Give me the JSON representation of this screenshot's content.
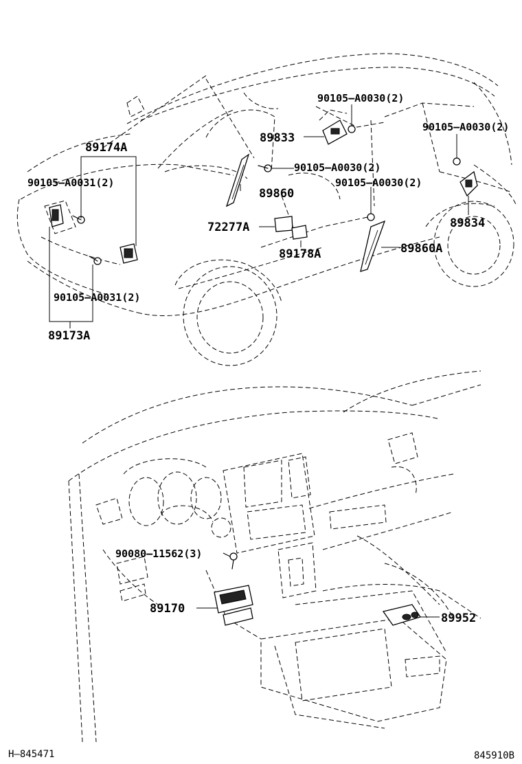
{
  "labels": {
    "p89174A": "89174A",
    "p90105_A0031_top": "90105–A0031(2)",
    "p90105_A0031_bottom": "90105–A0031(2)",
    "p89173A": "89173A",
    "p90105_A0030_a": "90105–A0030(2)",
    "p90105_A0030_b": "90105–A0030(2)",
    "p90105_A0030_c": "90105–A0030(2)",
    "p90105_A0030_d": "90105–A0030(2)",
    "p89833": "89833",
    "p89860": "89860",
    "p72277A": "72277A",
    "p89178A": "89178A",
    "p89860A": "89860A",
    "p89834": "89834",
    "p90080_11562": "90080–11562(3)",
    "p89170": "89170",
    "p89952": "89952"
  },
  "footer": {
    "left_code": "H–845471",
    "right_code": "845910B"
  }
}
